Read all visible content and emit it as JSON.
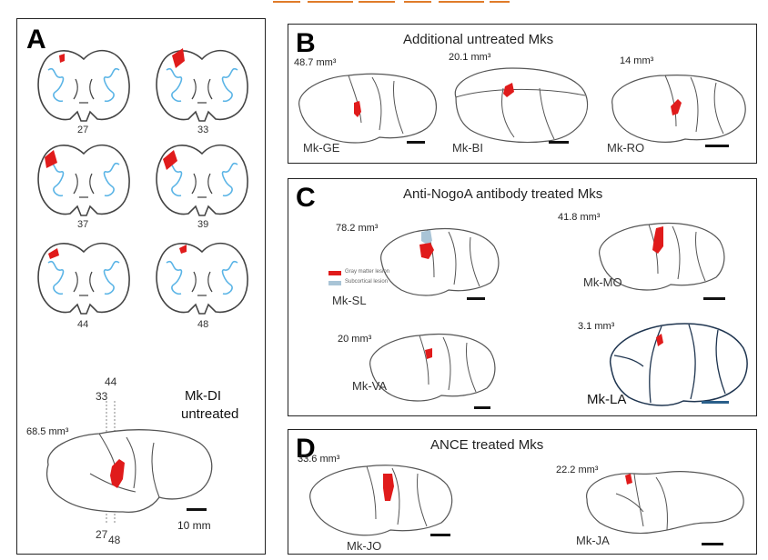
{
  "colors": {
    "lesion_gray_matter": "#e01b1b",
    "lesion_subcortical": "#a9c4d6",
    "sulcus_blue": "#5ab4e6",
    "outline": "#444444",
    "scale_blue": "#2a5f8a",
    "top_orange": "#e07b2a"
  },
  "panel_a": {
    "label": "A",
    "sections": [
      "27",
      "33",
      "37",
      "39",
      "44",
      "48"
    ],
    "lines_top": [
      "44",
      "33"
    ],
    "lines_bottom": [
      "27",
      "48"
    ],
    "monkey": "Mk-DI",
    "status": "untreated",
    "volume": "68.5 mm³",
    "scale": "10 mm"
  },
  "panel_b": {
    "label": "B",
    "title": "Additional untreated Mks",
    "brains": [
      {
        "name": "Mk-GE",
        "volume": "48.7 mm³"
      },
      {
        "name": "Mk-BI",
        "volume": "20.1 mm³"
      },
      {
        "name": "Mk-RO",
        "volume": "14 mm³"
      }
    ]
  },
  "panel_c": {
    "label": "C",
    "title": "Anti-NogoA antibody treated Mks",
    "legend": [
      "Gray matter lesion",
      "Subcortical lesion"
    ],
    "brains": [
      {
        "name": "Mk-SL",
        "volume": "78.2 mm³"
      },
      {
        "name": "Mk-MO",
        "volume": "41.8 mm³"
      },
      {
        "name": "Mk-VA",
        "volume": "20 mm³"
      },
      {
        "name": "Mk-LA",
        "volume": "3.1 mm³"
      }
    ]
  },
  "panel_d": {
    "label": "D",
    "title": "ANCE treated Mks",
    "brains": [
      {
        "name": "Mk-JO",
        "volume": "33.6 mm³"
      },
      {
        "name": "Mk-JA",
        "volume": "22.2 mm³"
      }
    ]
  }
}
